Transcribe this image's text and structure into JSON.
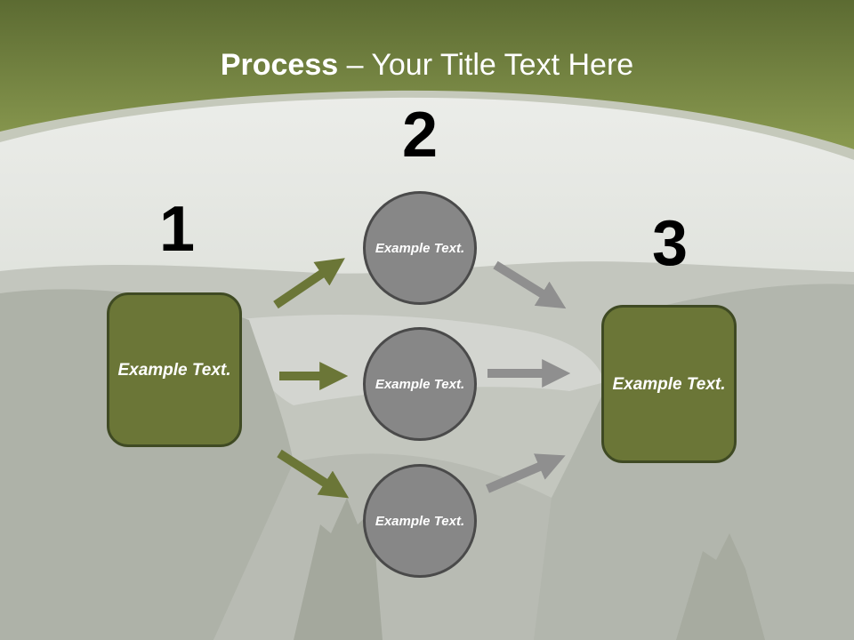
{
  "title": {
    "bold": "Process",
    "rest": " – Your Title Text Here"
  },
  "steps": {
    "one": "1",
    "two": "2",
    "three": "3"
  },
  "boxes": {
    "left_label": "Example Text.",
    "right_label": "Example Text."
  },
  "circles": {
    "top_label": "Example Text.",
    "middle_label": "Example Text.",
    "bottom_label": "Example Text."
  },
  "colors": {
    "header_green": "#7b8a45",
    "box_fill": "#6b7637",
    "box_border": "#3f4a23",
    "circle_fill": "#878787",
    "circle_border": "#4a4a4a",
    "arrow_green": "#6b7637",
    "arrow_gray": "#8f8f8f"
  }
}
